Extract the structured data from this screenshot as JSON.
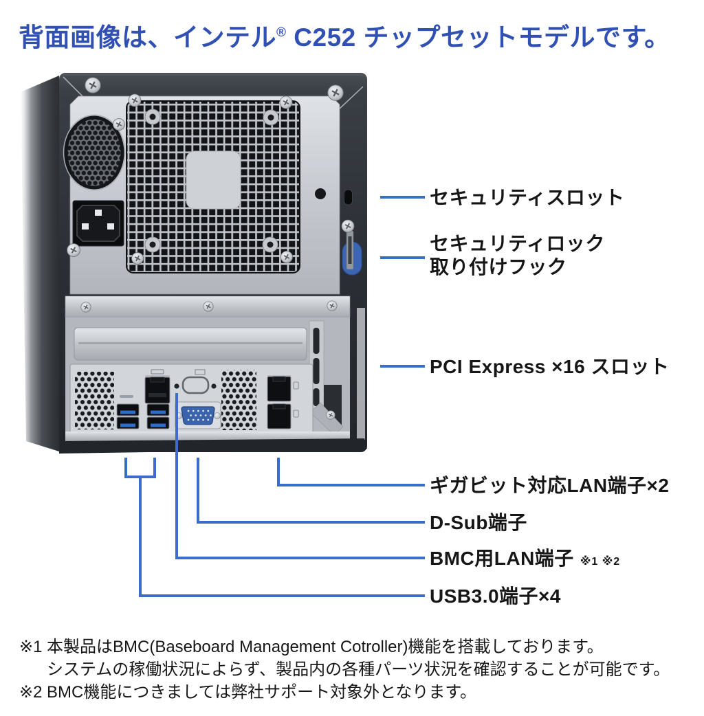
{
  "title": {
    "part1": "背面画像は、インテル",
    "reg": "®",
    "part2": " C252 チップセットモデルです。"
  },
  "colors": {
    "title_blue": "#3150b3",
    "leader_blue": "#3a6cc8",
    "label_text": "#161616",
    "chassis_dark": "#2b2f35",
    "panel_silver": "#c8ccd2",
    "usb_blue": "#2f6cc9",
    "vga_blue": "#3b63ab",
    "hook_blue": "#3c66b4"
  },
  "callouts": [
    {
      "id": "security-slot",
      "label": "セキュリティスロット"
    },
    {
      "id": "security-lock-hook",
      "label_line1": "セキュリティロック",
      "label_line2": "取り付けフック"
    },
    {
      "id": "pci-express-slot",
      "label": "PCI Express ×16 スロット"
    },
    {
      "id": "gigabit-lan",
      "label": "ギガビット対応LAN端子×2"
    },
    {
      "id": "d-sub",
      "label": "D-Sub端子"
    },
    {
      "id": "bmc-lan",
      "label": "BMC用LAN端子",
      "note_refs": "※1 ※2"
    },
    {
      "id": "usb3",
      "label": "USB3.0端子×4"
    }
  ],
  "footnotes": {
    "note1_marker": "※1",
    "note1_line1": "本製品はBMC(Baseboard Management Cotroller)機能を搭載しております。",
    "note1_line2": "システムの稼働状況によらず、製品内の各種パーツ状況を確認することが可能です。",
    "note2_marker": "※2",
    "note2_line1": "BMC機能につきましては弊社サポート対象外となります。"
  }
}
